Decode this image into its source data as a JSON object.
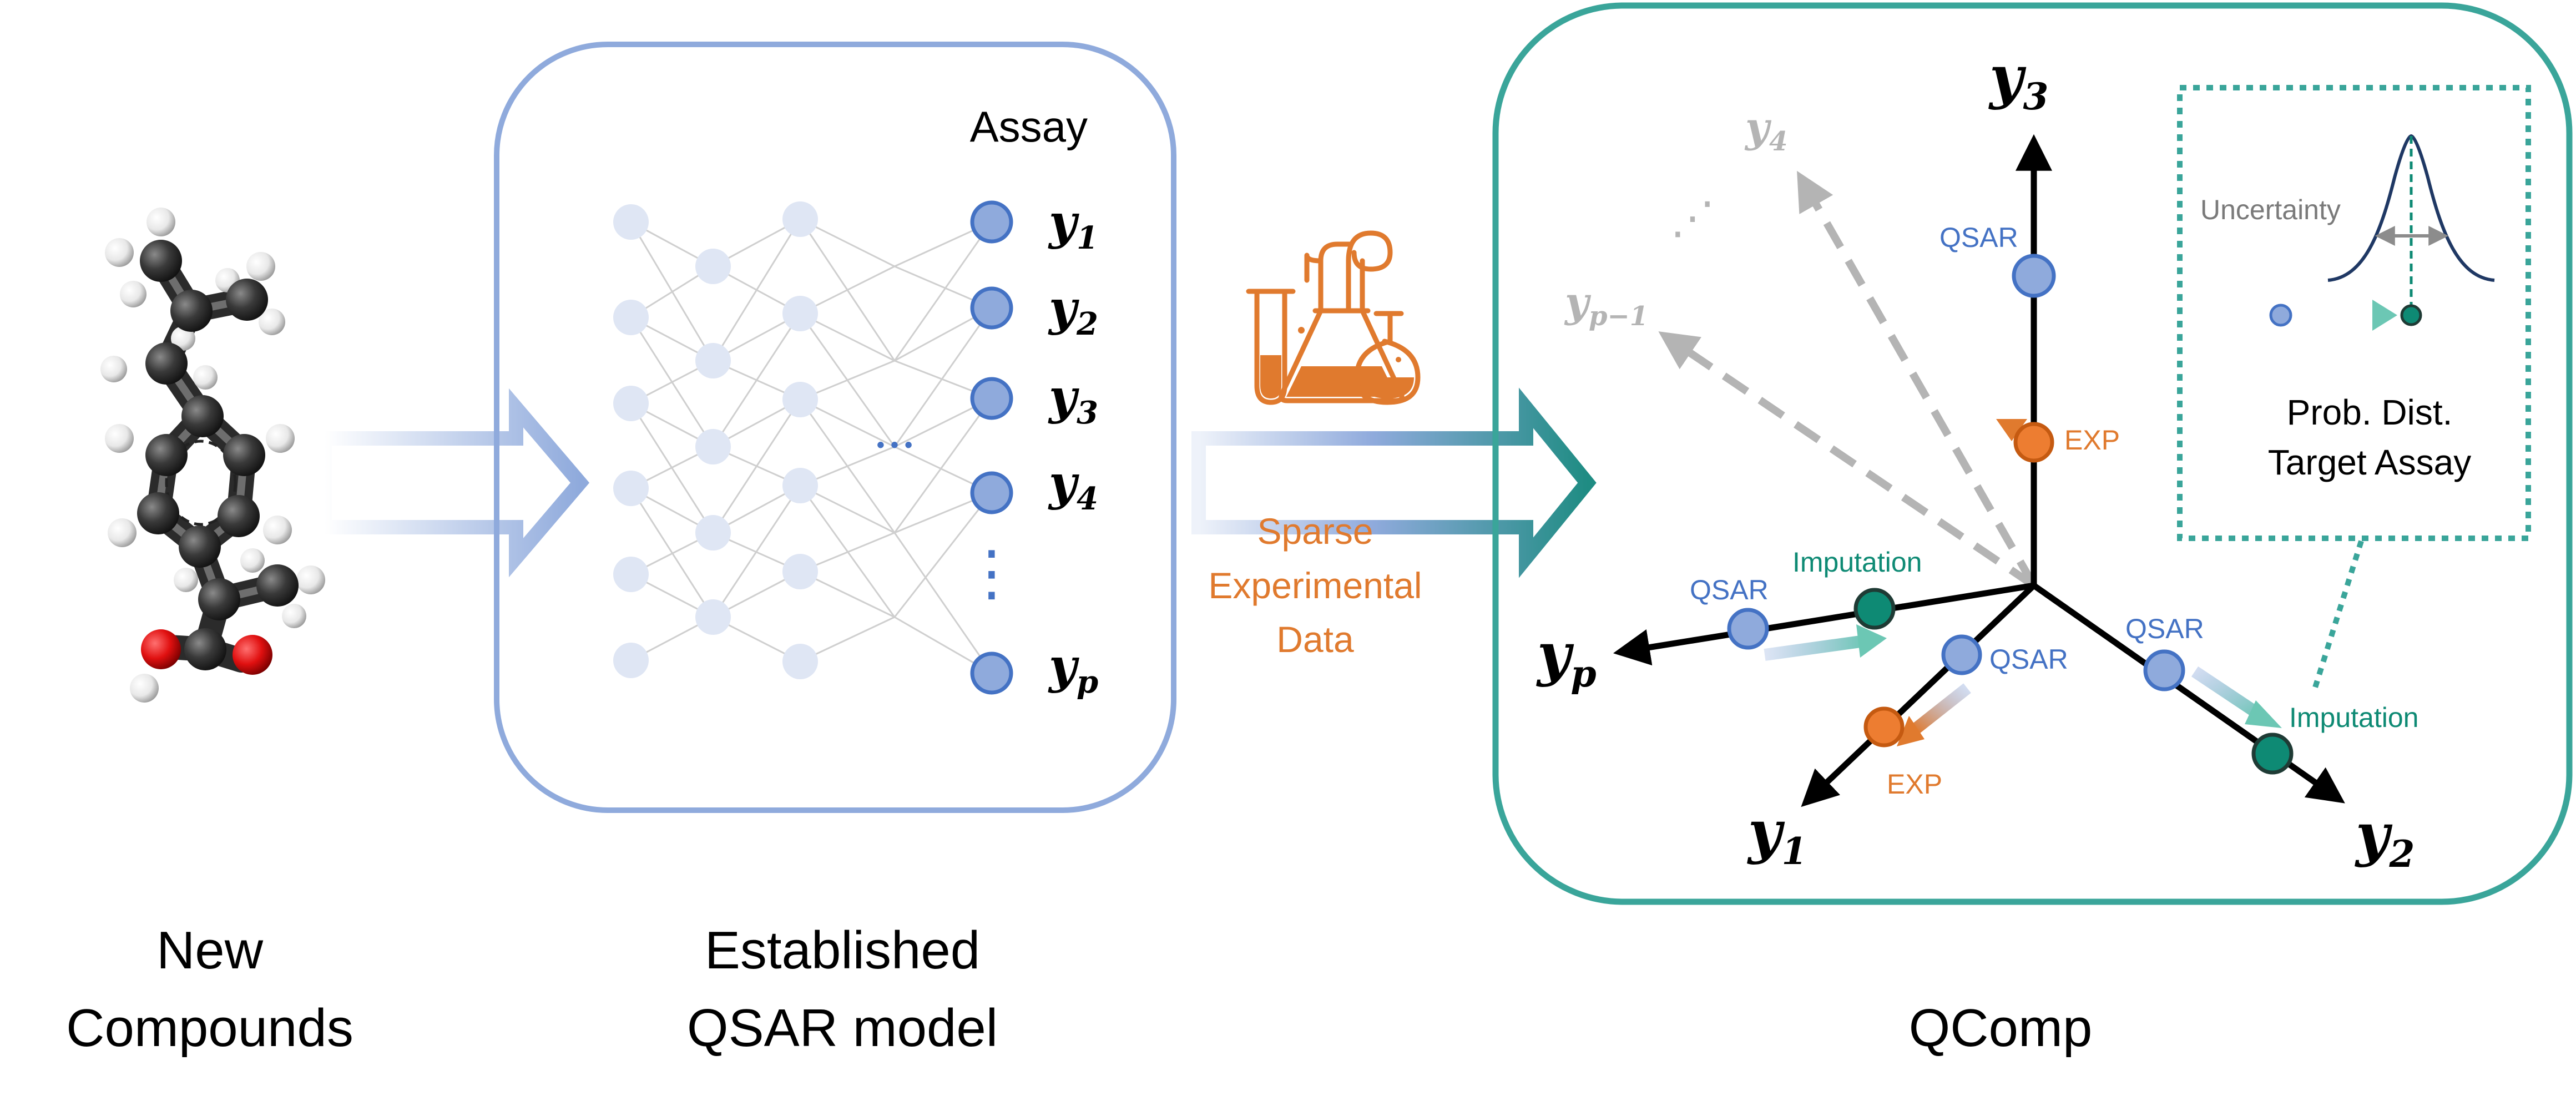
{
  "panels": {
    "left": {
      "caption_line1": "New",
      "caption_line2": "Compounds"
    },
    "middle": {
      "caption_line1": "Established",
      "caption_line2": "QSAR model",
      "assay_label": "Assay"
    },
    "right": {
      "caption": "QComp"
    }
  },
  "network": {
    "output_labels": [
      {
        "base": "y",
        "sub": "1"
      },
      {
        "base": "y",
        "sub": "2"
      },
      {
        "base": "y",
        "sub": "3"
      },
      {
        "base": "y",
        "sub": "4"
      },
      {
        "base": "y",
        "sub": "p"
      }
    ],
    "dots_horizontal": "• • •",
    "dots_vertical": "⋮"
  },
  "transfer": {
    "line1": "Sparse",
    "line2": "Experimental",
    "line3": "Data"
  },
  "qcomp": {
    "axes": {
      "y3": {
        "base": "y",
        "sub": "3"
      },
      "y4": {
        "base": "y",
        "sub": "4"
      },
      "yp1": {
        "base": "y",
        "sub": "p−1"
      },
      "yp": {
        "base": "y",
        "sub": "p"
      },
      "y1": {
        "base": "y",
        "sub": "1"
      },
      "y2": {
        "base": "y",
        "sub": "2"
      },
      "ellipsis": "⋰"
    },
    "labels": {
      "qsar_y3": "QSAR",
      "exp_y3": "EXP",
      "qsar_yp": "QSAR",
      "imputation_yp": "Imputation",
      "qsar_y1": "QSAR",
      "exp_y1": "EXP",
      "qsar_y2": "QSAR",
      "imputation_y2": "Imputation"
    },
    "inset": {
      "uncertainty": "Uncertainty",
      "line1": "Prob. Dist.",
      "line2": "Target Assay"
    }
  },
  "colors": {
    "blue_box": "#8faadc",
    "teal_box": "#3aa59a",
    "node_blue": "#6e94d8",
    "node_faded": "#dfe6f4",
    "orange": "#e07a2e",
    "teal_node": "#0e8a74",
    "axis_gray": "#b4b4b4"
  }
}
